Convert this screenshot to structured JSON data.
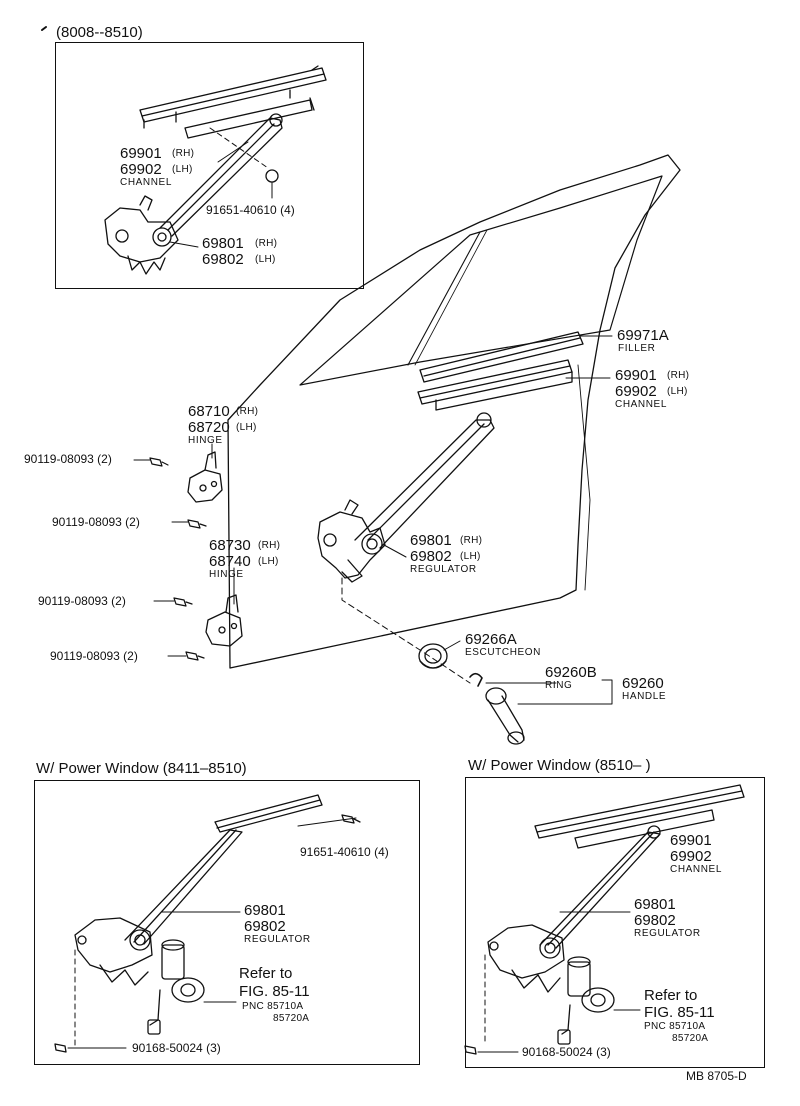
{
  "box1": {
    "date_range": "(8008--8510)",
    "channel_no_rh": "69901",
    "rh": "(RH)",
    "channel_no_lh": "69902",
    "lh": "(LH)",
    "channel_cap": "CHANNEL",
    "bolt": "91651-40610 (4)",
    "reg_no_rh": "69801",
    "reg_no_lh": "69802"
  },
  "main": {
    "filler_no": "69971A",
    "filler_cap": "FILLER",
    "channel_no_rh": "69901",
    "channel_no_lh": "69902",
    "channel_cap": "CHANNEL",
    "hinge1_no_rh": "68710",
    "hinge1_no_lh": "68720",
    "hinge_cap": "HINGE",
    "hinge2_no_rh": "68730",
    "hinge2_no_lh": "68740",
    "bolt": "90119-08093 (2)",
    "reg_no_rh": "69801",
    "reg_no_lh": "69802",
    "reg_cap": "REGULATOR",
    "escutcheon_no": "69266A",
    "escutcheon_cap": "ESCUTCHEON",
    "ring_no": "69260B",
    "ring_cap": "RING",
    "handle_no": "69260",
    "handle_cap": "HANDLE",
    "rh": "(RH)",
    "lh": "(LH)"
  },
  "box2": {
    "title": "W/ Power Window   (8411–8510)",
    "bolt": "91651-40610 (4)",
    "reg_no_rh": "69801",
    "reg_no_lh": "69802",
    "reg_cap": "REGULATOR",
    "refer_to": "Refer to",
    "fig": "FIG. 85-11",
    "pnc1": "PNC 85710A",
    "pnc2": "85720A",
    "screw": "90168-50024 (3)"
  },
  "box3": {
    "title": "W/ Power Window   (8510–          )",
    "channel_no_rh": "69901",
    "channel_no_lh": "69902",
    "channel_cap": "CHANNEL",
    "reg_no_rh": "69801",
    "reg_no_lh": "69802",
    "reg_cap": "REGULATOR",
    "refer_to": "Refer to",
    "fig": "FIG. 85-11",
    "pnc1": "PNC 85710A",
    "pnc2": "85720A",
    "screw": "90168-50024 (3)"
  },
  "rh": "(RH)",
  "lh": "(LH)",
  "footer": "MB  8705-D"
}
